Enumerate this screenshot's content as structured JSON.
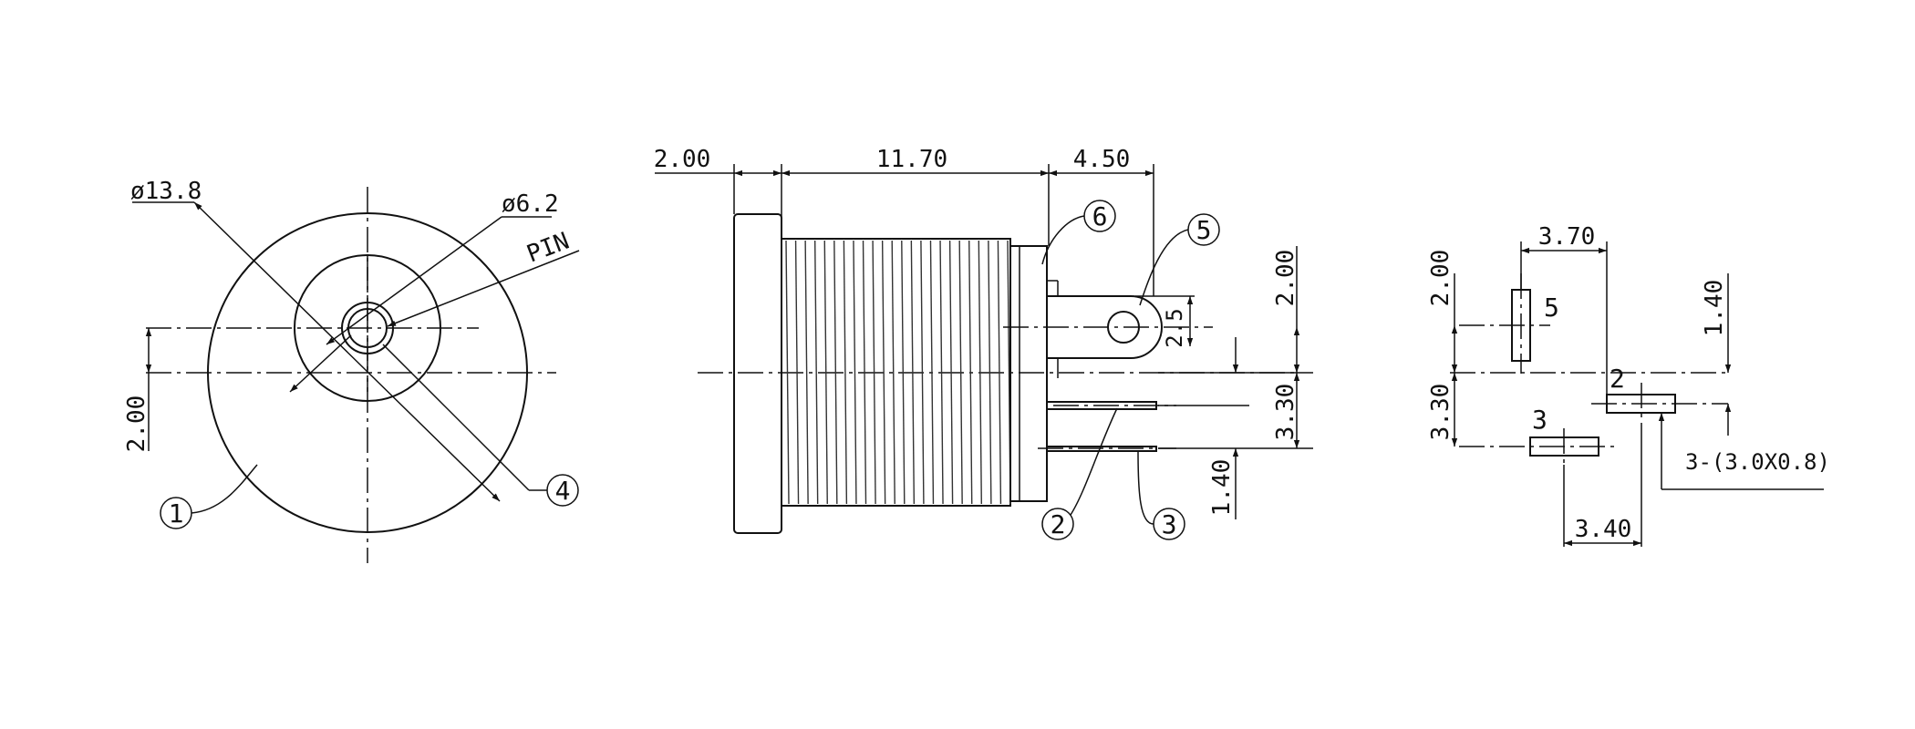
{
  "front_view": {
    "outer_diameter_label": "ø13.8",
    "inner_diameter_label": "ø6.2",
    "pin_label": "PIN",
    "offset_dim": "2.00",
    "callouts": [
      "1",
      "4"
    ]
  },
  "side_view": {
    "flange_dim": "2.00",
    "body_length_dim": "11.70",
    "terminal_length_dim": "4.50",
    "hole_offset_dim": "2.5",
    "right_dim_top": "2.00",
    "right_dim_mid": "3.30",
    "right_dim_low": "1.40",
    "callouts": [
      "2",
      "3",
      "5",
      "6"
    ]
  },
  "footprint": {
    "width_dim": "3.70",
    "top_dim": "2.00",
    "left_dim": "3.30",
    "right_dim": "1.40",
    "bottom_dim": "3.40",
    "pad_spec": "3-(3.0X0.8)",
    "pad_labels": [
      "5",
      "2",
      "3"
    ]
  }
}
